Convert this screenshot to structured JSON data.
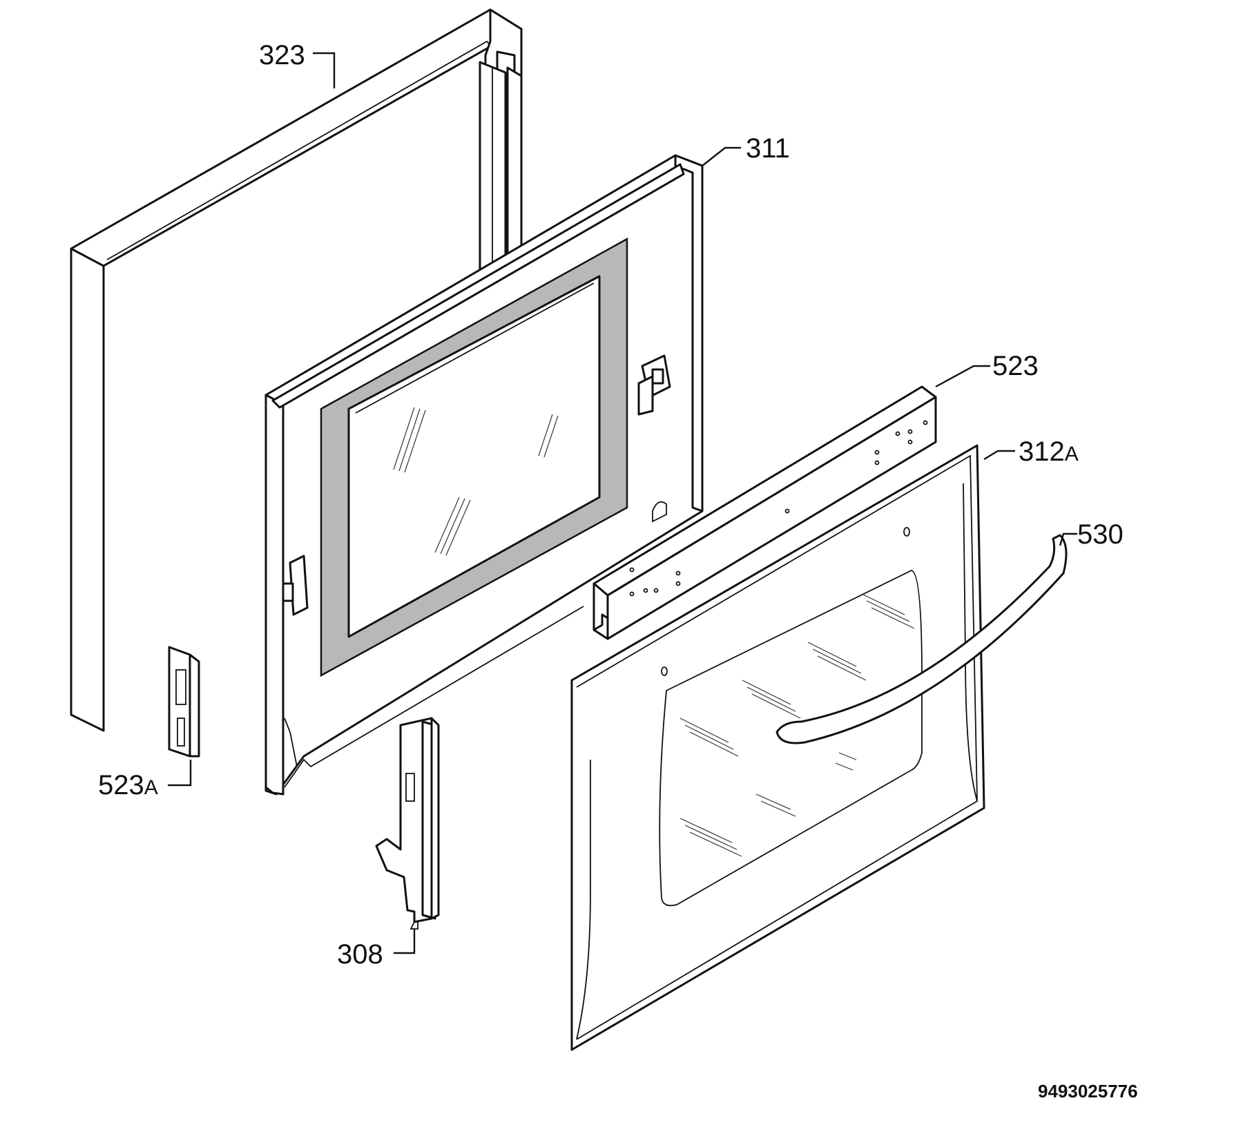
{
  "labels": {
    "p323": "323",
    "p311": "311",
    "p523": "523",
    "p312": "312",
    "p312_suffix": "A",
    "p530": "530",
    "p523a": "523",
    "p523a_suffix": "A",
    "p308": "308"
  },
  "document_number": "9493025776"
}
